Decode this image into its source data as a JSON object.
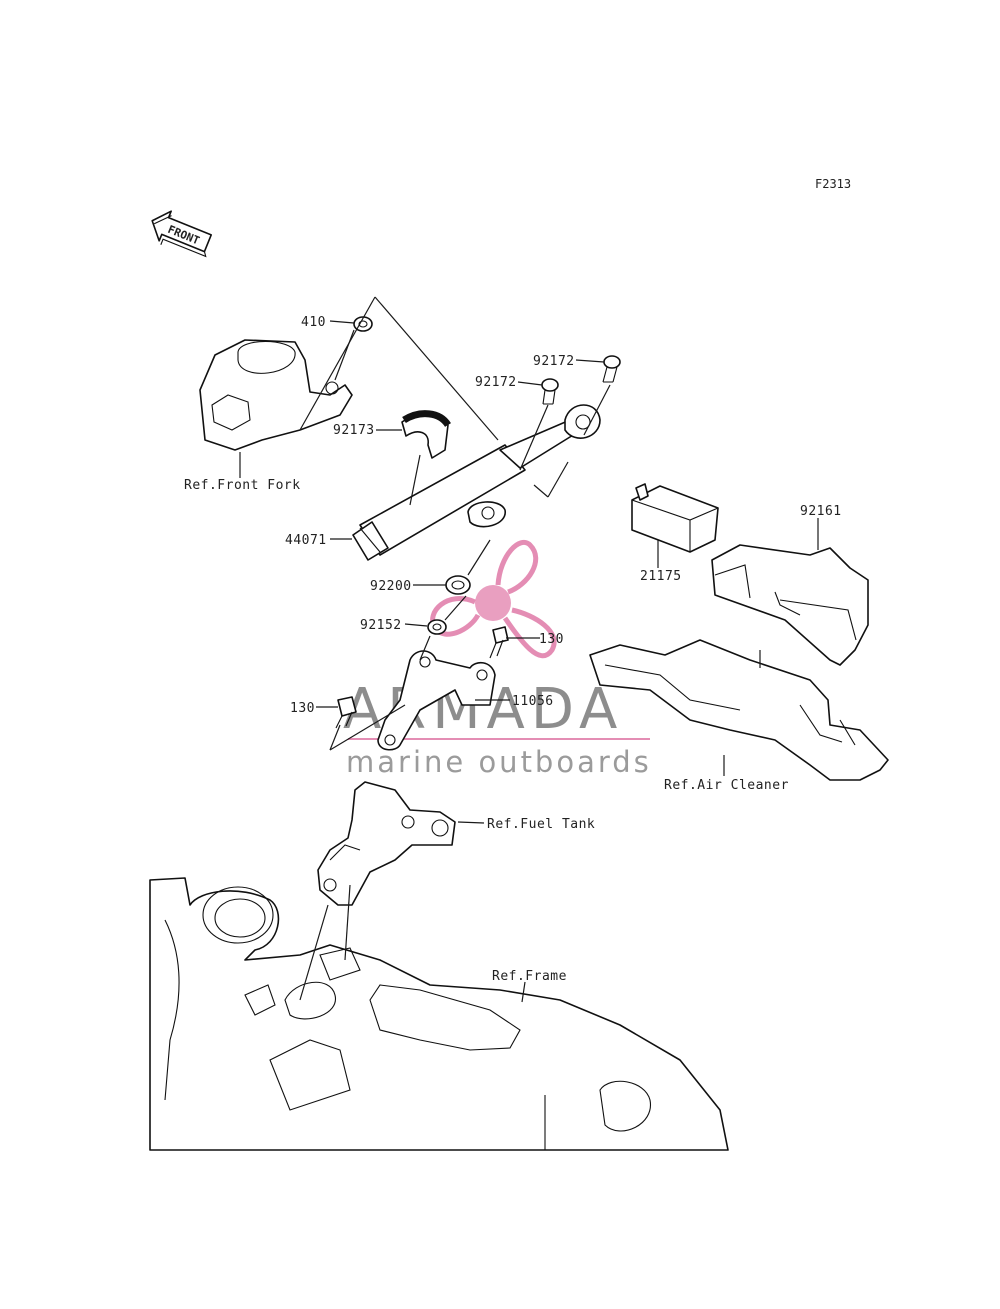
{
  "figure_code": "F2313",
  "front_arrow_text": "FRONT",
  "labels": {
    "p410": "410",
    "p92172a": "92172",
    "p92172b": "92172",
    "p92173": "92173",
    "p44071": "44071",
    "p92200": "92200",
    "p92152": "92152",
    "p130a": "130",
    "p130b": "130",
    "p11056": "11056",
    "p21175": "21175",
    "p92161": "92161",
    "ref_front_fork": "Ref.Front Fork",
    "ref_air_cleaner": "Ref.Air Cleaner",
    "ref_fuel_tank": "Ref.Fuel Tank",
    "ref_frame": "Ref.Frame"
  },
  "watermark": {
    "title": "ARMADA",
    "subtitle": "marine outboards",
    "color": "#e07aa8",
    "title_color": "#7a7a7a"
  }
}
